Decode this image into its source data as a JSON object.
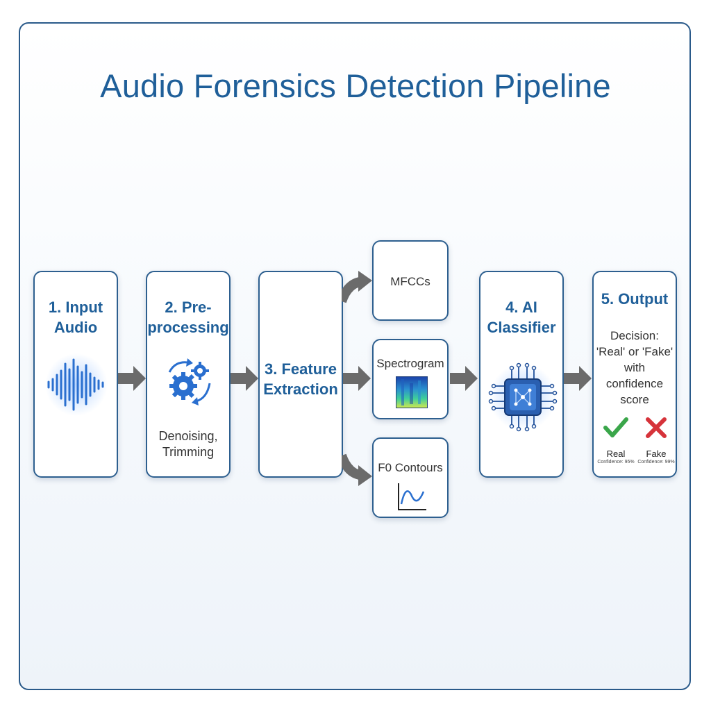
{
  "title": "Audio Forensics Detection Pipeline",
  "stages": {
    "input": {
      "title": "1. Input\nAudio"
    },
    "preprocessing": {
      "title": "2. Pre-\nprocessing",
      "description": "Denoising,\nTrimming"
    },
    "feature_extraction": {
      "title": "3. Feature\nExtraction"
    },
    "classifier": {
      "title": "4. AI\nClassifier"
    },
    "output": {
      "title": "5. Output",
      "decision": "Decision:\n'Real' or 'Fake'\nwith\nconfidence\nscore",
      "real_label": "Real",
      "real_confidence": "Confidence: 95%",
      "fake_label": "Fake",
      "fake_confidence": "Confidence: 99%"
    }
  },
  "features": [
    {
      "label": "MFCCs"
    },
    {
      "label": "Spectrogram"
    },
    {
      "label": "F0 Contours"
    }
  ],
  "colors": {
    "title": "#1f5f99",
    "border": "#2d5f8f",
    "arrow": "#6b6b6b",
    "real": "#3aa64a",
    "fake": "#d6333a",
    "icon_blue": "#2a6fcf"
  },
  "icons": {
    "input": "waveform-icon",
    "preprocessing": "gears-icon",
    "spectrogram": "spectrogram-icon",
    "f0": "f0-curve-icon",
    "classifier": "ai-chip-icon",
    "real": "check-icon",
    "fake": "cross-icon"
  }
}
